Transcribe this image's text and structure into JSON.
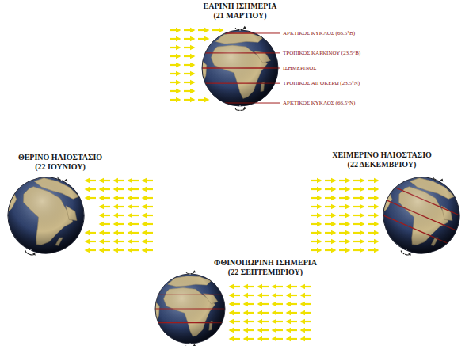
{
  "diagram": {
    "labels": [
      "ΕΑΡΙΝΗ ΙΣΗΜΕΡΙΑ (21 ΜΑΡΤΙΟΥ)",
      "ΑΡΚΤΙΚΟΣ ΚΥΚΛΟΣ (66.5°Β)",
      "ΤΡΟΠΙΚΟΣ ΚΑΡΚΙΝΟΥ (23.5°Β)",
      "ΙΣΗΜΕΡΙΝΟΣ",
      "ΤΡΟΠΙΚΟΣ ΑΙΓΟΚΕΡΩ (23.5°Ν)",
      "ΑΡΚΤΙΚΟΣ ΚΥΚΛΟΣ (66.5°Ν)",
      "ΘΕΡΙΝΟ ΗΛΙΟΣΤΑΣΙΟ (22 ΙΟΥΝΙΟΥ)",
      "ΧΕΙΜΕΡΙΝΟ ΗΛΙΟΣΤΑΣΙΟ (22 ΔΕΚΕΜΒΡΙΟΥ)",
      "ΦΘΙΝΟΠΩΡΙΝΗ ΙΣΗΜΕΡΙΑ (22 ΣΕΠΤΕΜΒΡΙΟΥ)"
    ]
  }
}
